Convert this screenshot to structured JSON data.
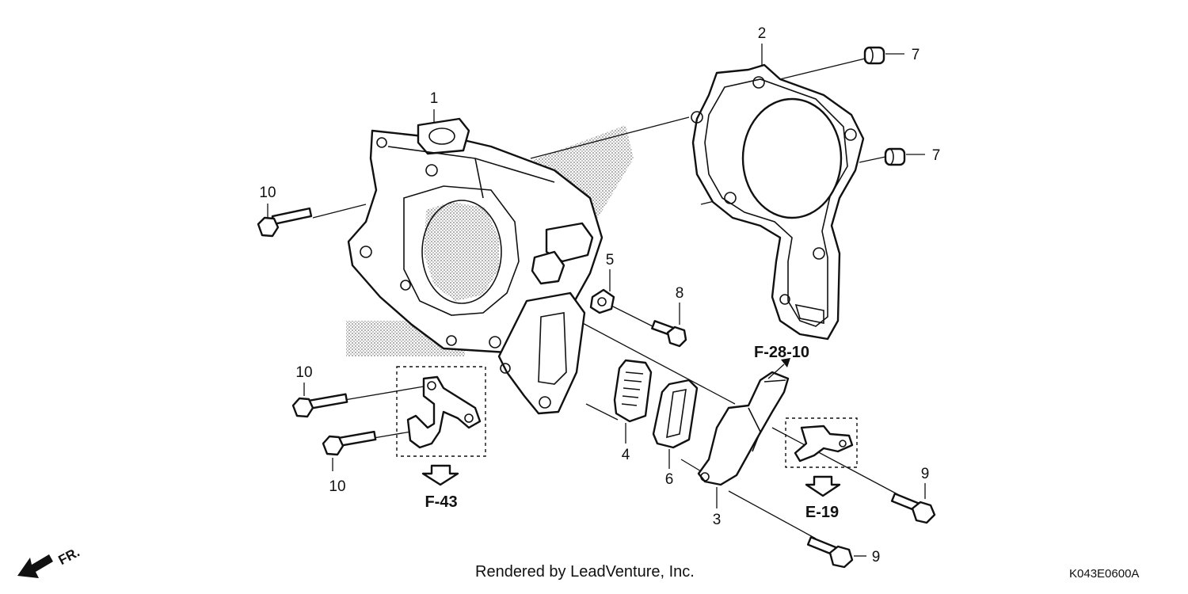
{
  "diagram": {
    "part_numbers": {
      "p1": "1",
      "p2": "2",
      "p3": "3",
      "p4": "4",
      "p5": "5",
      "p6": "6",
      "p7a": "7",
      "p7b": "7",
      "p8": "8",
      "p9a": "9",
      "p9b": "9",
      "p10a": "10",
      "p10b": "10",
      "p10c": "10"
    },
    "references": {
      "f28": "F-28-10",
      "f43": "F-43",
      "e19": "E-19"
    },
    "direction": "FR."
  },
  "footer": {
    "credit": "Rendered by LeadVenture, Inc.",
    "code": "K043E0600A"
  }
}
